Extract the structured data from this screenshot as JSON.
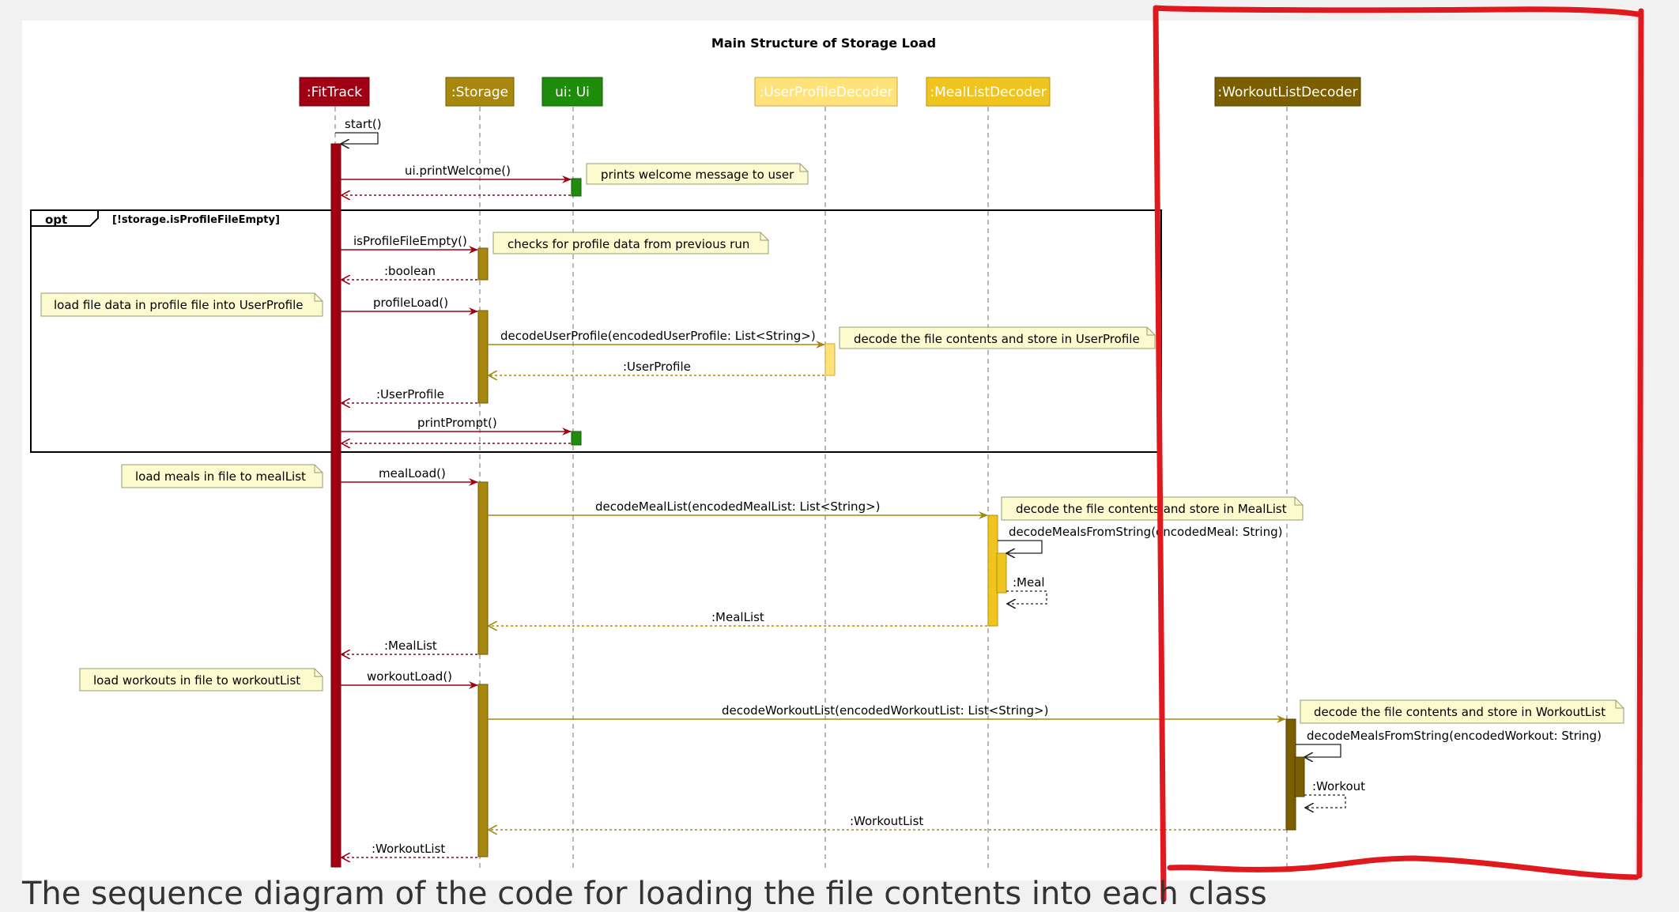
{
  "title": "Main Structure of Storage Load",
  "caption": "The sequence diagram of the code for loading the file contents into each class",
  "colors": {
    "fittrack": "#a00014",
    "storage": "#a7870d",
    "ui": "#1f8c0b",
    "userProfileDecoder": "#ffe27a",
    "mealListDecoder": "#f0c41e",
    "workoutListDecoder": "#7a5e00",
    "note_fill": "#fbfbcf",
    "highlight": "#e0191e"
  },
  "participants": {
    "fittrack": ":FitTrack",
    "storage": ":Storage",
    "ui": "ui: Ui",
    "userProfileDecoder": ":UserProfileDecoder",
    "mealListDecoder": ":MealListDecoder",
    "workoutListDecoder": ":WorkoutListDecoder"
  },
  "opt_fragment": {
    "keyword": "opt",
    "guard": "[!storage.isProfileFileEmpty]"
  },
  "messages": {
    "start": "start()",
    "printWelcome": "ui.printWelcome()",
    "isProfileFileEmpty": "isProfileFileEmpty()",
    "boolean": ":boolean",
    "profileLoad": "profileLoad()",
    "decodeUserProfile": "decodeUserProfile(encodedUserProfile: List<String>)",
    "userProfileReturn1": ":UserProfile",
    "userProfileReturn2": ":UserProfile",
    "printPrompt": "printPrompt()",
    "mealLoad": "mealLoad()",
    "decodeMealList": "decodeMealList(encodedMealList: List<String>)",
    "decodeMealsFromString": "decodeMealsFromString(encodedMeal: String)",
    "meal": ":Meal",
    "mealListReturn1": ":MealList",
    "mealListReturn2": ":MealList",
    "workoutLoad": "workoutLoad()",
    "decodeWorkoutList": "decodeWorkoutList(encodedWorkoutList: List<String>)",
    "decodeWorkoutsFromString": "decodeMealsFromString(encodedWorkout: String)",
    "workout": ":Workout",
    "workoutListReturn1": ":WorkoutList",
    "workoutListReturn2": ":WorkoutList"
  },
  "notes": {
    "welcome": "prints welcome message to user",
    "checkProfile": "checks for profile data from previous run",
    "loadProfile": "load file data in profile file into UserProfile",
    "decodeProfile": "decode the file contents and store in UserProfile",
    "loadMeals": "load meals in file to mealList",
    "decodeMeals": "decode the file contents and store in MealList",
    "loadWorkouts": "load workouts in file to workoutList",
    "decodeWorkouts": "decode the file contents and store in WorkoutList"
  }
}
